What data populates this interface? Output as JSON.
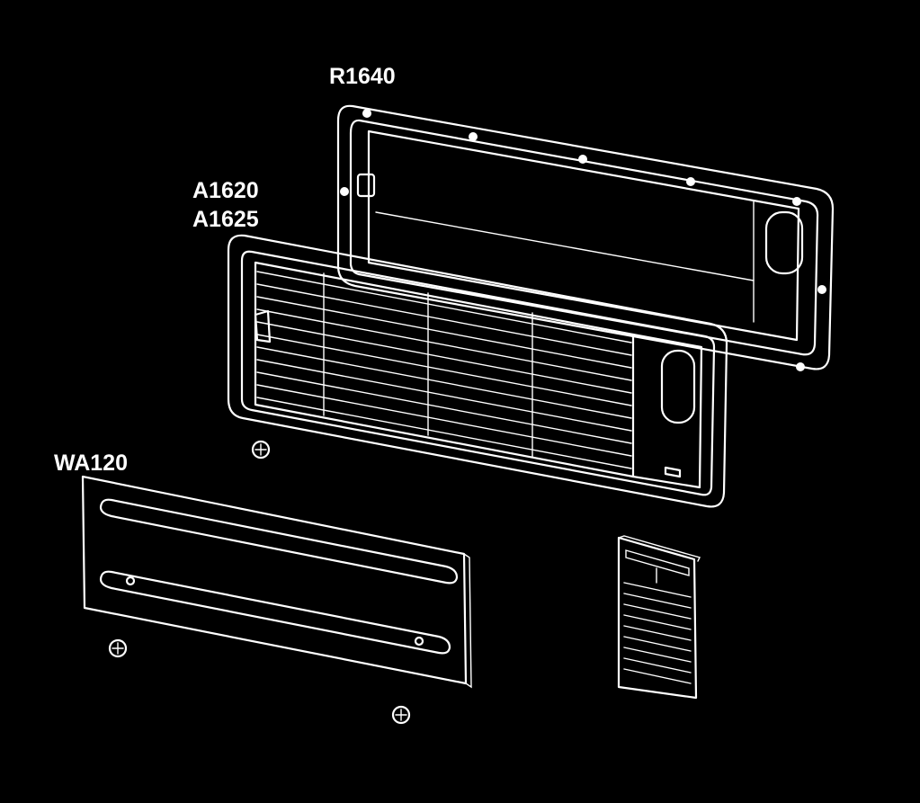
{
  "labels": {
    "frame": "R1640",
    "grille_a": "A1620",
    "grille_b": "A1625",
    "winter_cover": "WA120"
  },
  "colors": {
    "background": "#000000",
    "line": "#ffffff"
  }
}
